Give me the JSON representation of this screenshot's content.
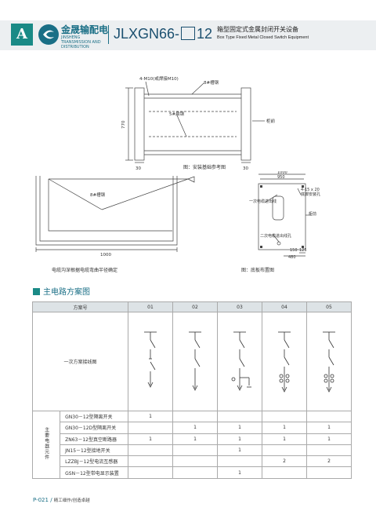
{
  "header": {
    "section_letter": "A",
    "brand_cn": "金晟输配电",
    "brand_en": "JINSHENG TRANSMISSION AND DISTRIBUTION",
    "model_prefix": "JLXGN66-",
    "model_suffix": "12",
    "title_cn": "箱型固定式金属封闭开关设备",
    "title_en": "Box Type Fixed Metal Closed Switch Equipment",
    "accent_color": "#1a8a86",
    "brand_color": "#1a6f86"
  },
  "drawings": {
    "top": {
      "label_bolt": "4-M10(或焊接M10)",
      "label_channel8": "8#槽钢",
      "label_flat": "5#扁钢",
      "label_front": "柜前",
      "dim_770": "770",
      "dim_30a": "30",
      "dim_30b": "30",
      "caption": "图：安装基础参考图"
    },
    "cable": {
      "label": "8#槽钢",
      "dim": "1000",
      "caption": "电缆沟深根据电缆弯曲半径确定"
    },
    "floor": {
      "dim_1000": "1000",
      "dim_950": "950",
      "label_holes": "4-15 x 20",
      "label_holes2": "底脚安装孔",
      "label_primary_in": "一次电缆进出线",
      "label_secondary": "二次电缆进出线孔",
      "label_front": "柜前",
      "dim_150": "150",
      "dim_125": "125",
      "dim_480": "480",
      "caption": "图：底板布置图"
    }
  },
  "scheme": {
    "section_title": "主电路方案图",
    "header_label": "方案号",
    "columns": [
      "01",
      "02",
      "03",
      "04",
      "05"
    ],
    "diagram_row_label": "一次方案接线图",
    "category_label": "主要电器元件",
    "rows": [
      {
        "name": "GN30－12型隔离开关",
        "values": [
          "1",
          "",
          "",
          "",
          ""
        ]
      },
      {
        "name": "GN30－12D型隔离开关",
        "values": [
          "",
          "1",
          "1",
          "1",
          "1"
        ]
      },
      {
        "name": "ZN63－12型真空断路器",
        "values": [
          "1",
          "1",
          "1",
          "1",
          "1"
        ]
      },
      {
        "name": "JN15－12型接地开关",
        "values": [
          "",
          "",
          "1",
          "",
          ""
        ]
      },
      {
        "name": "LZZBJ－12型电流互感器",
        "values": [
          "",
          "",
          "",
          "2",
          "2"
        ]
      },
      {
        "name": "GSN－12型带电显示装置",
        "values": [
          "",
          "",
          "1",
          "",
          ""
        ]
      }
    ]
  },
  "footer": {
    "page": "P-021",
    "slash": " / ",
    "sub": "精工细作/创造卓越"
  }
}
